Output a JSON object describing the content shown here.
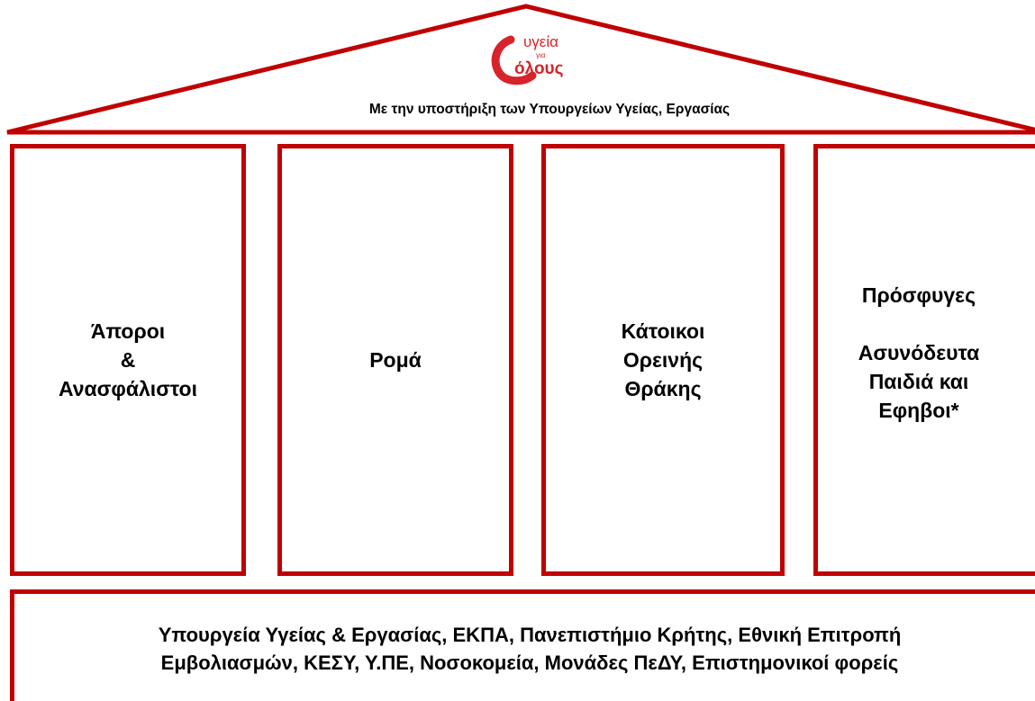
{
  "colors": {
    "accent": "#c00000",
    "text": "#000000",
    "background": "#ffffff"
  },
  "logo": {
    "line1": "υγεία",
    "line2": "για",
    "line3": "όλους"
  },
  "roof": {
    "caption": "Με την υποστήριξη των Υπουργείων Υγείας, Εργασίας"
  },
  "pillars": [
    {
      "text": "Άποροι\n&\nΑνασφάλιστοι"
    },
    {
      "text": "Ρομά"
    },
    {
      "text": "Κάτοικοι\nΟρεινής\nΘράκης"
    },
    {
      "text": "Πρόσφυγες\n\nΑσυνόδευτα\nΠαιδιά και\nΕφηβοι*"
    }
  ],
  "foundation": {
    "line1": "Υπουργεία Υγείας & Εργασίας, ΕΚΠΑ, Πανεπιστήμιο Κρήτης, Εθνική Επιτροπή",
    "line2": "Εμβολιασμών, ΚΕΣΥ, Υ.ΠΕ, Νοσοκομεία, Μονάδες ΠεΔΥ, Επιστημονικοί φορείς"
  }
}
